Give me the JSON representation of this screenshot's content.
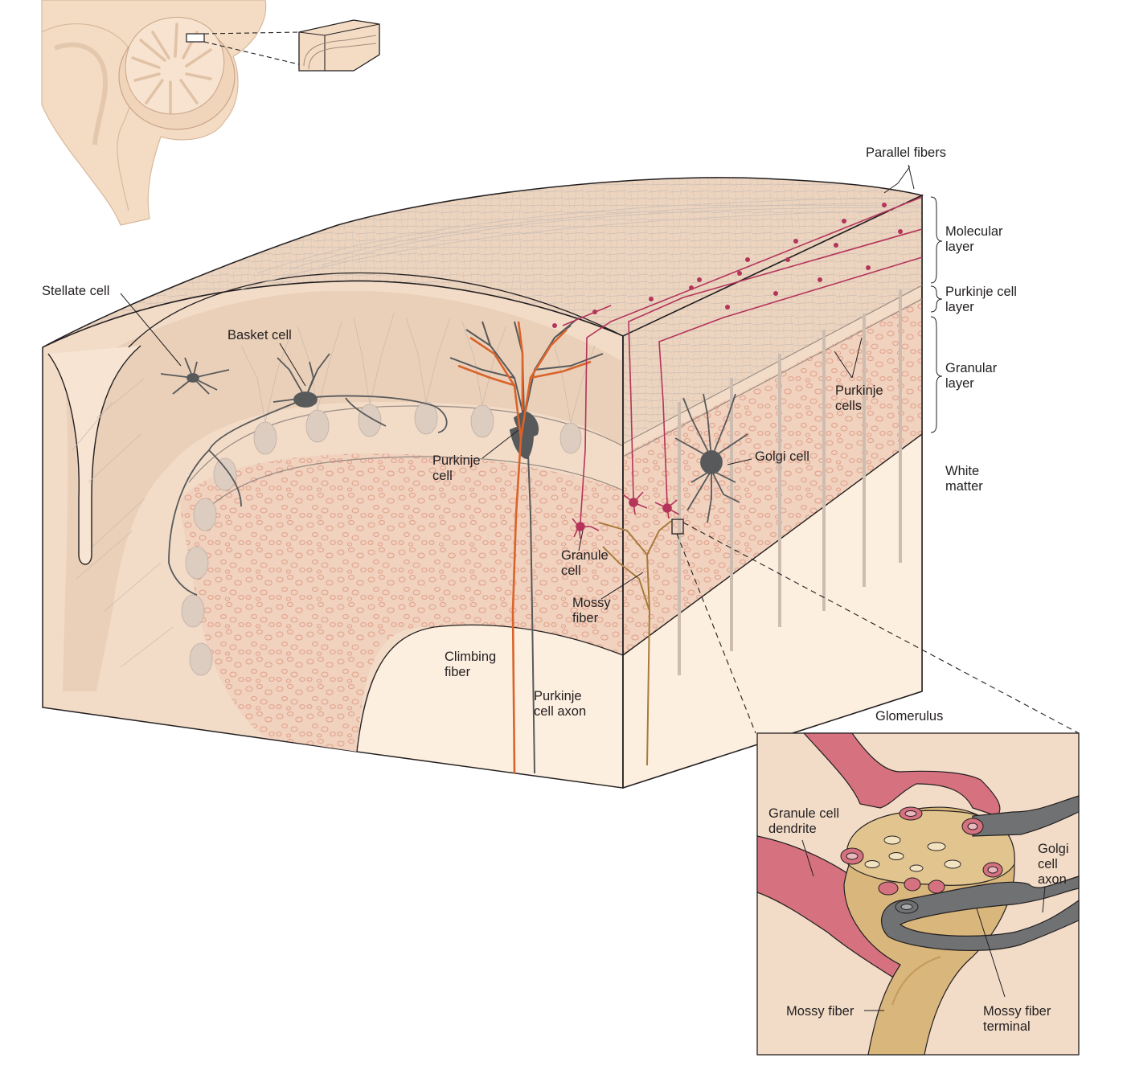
{
  "labels": {
    "parallel_fibers": "Parallel fibers",
    "molecular_layer": [
      "Molecular",
      "layer"
    ],
    "purkinje_cell_layer": [
      "Purkinje cell",
      "layer"
    ],
    "granular_layer": [
      "Granular",
      "layer"
    ],
    "white_matter": [
      "White",
      "matter"
    ],
    "stellate_cell": "Stellate cell",
    "basket_cell": "Basket cell",
    "purkinje_cell": [
      "Purkinje",
      "cell"
    ],
    "purkinje_cells": [
      "Purkinje",
      "cells"
    ],
    "golgi_cell": "Golgi cell",
    "granule_cell": [
      "Granule",
      "cell"
    ],
    "mossy_fiber": [
      "Mossy",
      "fiber"
    ],
    "climbing_fiber": [
      "Climbing",
      "fiber"
    ],
    "purkinje_cell_axon": [
      "Purkinje",
      "cell axon"
    ]
  },
  "glomerulus": {
    "title": "Glomerulus",
    "granule_cell_dendrite": [
      "Granule cell",
      "dendrite"
    ],
    "golgi_cell_axon": [
      "Golgi",
      "cell",
      "axon"
    ],
    "mossy_fiber": "Mossy fiber",
    "mossy_fiber_terminal": [
      "Mossy fiber",
      "terminal"
    ]
  },
  "colors": {
    "tissue": "#f2dcc8",
    "molecular": "#ecd3bc",
    "granular": "#f0d2bf",
    "granule_dot": "#e6a893",
    "white_matter": "#fcefdf",
    "purkinje_ghost": "#d9c9bd",
    "cell_gray": "#58595b",
    "climbing_orange": "#d9642b",
    "granule_red": "#b4345a",
    "mossy_brown": "#a97a3c",
    "glomerulus_pink": "#d6717f",
    "glomerulus_tan": "#d8b67c",
    "golgi_axon_gray": "#707172"
  }
}
